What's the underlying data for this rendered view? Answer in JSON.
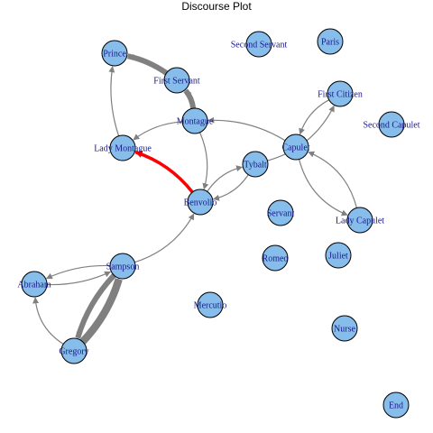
{
  "title": "Discourse Plot",
  "colors": {
    "node_fill": "#87bdea",
    "node_stroke": "#000000",
    "edge": "#808080",
    "edge_highlight": "#ff0000",
    "label": "#1a1a8c"
  },
  "nodes": [
    {
      "id": "Prince",
      "label": "Prince"
    },
    {
      "id": "Second Servant",
      "label": "Second Servant"
    },
    {
      "id": "Paris",
      "label": "Paris"
    },
    {
      "id": "First Servant",
      "label": "First Servant"
    },
    {
      "id": "First Citizen",
      "label": "First Citizen"
    },
    {
      "id": "Montague",
      "label": "Montague"
    },
    {
      "id": "Second Capulet",
      "label": "Second Capulet"
    },
    {
      "id": "Lady Montague",
      "label": "Lady Montague"
    },
    {
      "id": "Capulet",
      "label": "Capulet"
    },
    {
      "id": "Tybalt",
      "label": "Tybalt"
    },
    {
      "id": "Benvolio",
      "label": "Benvolio"
    },
    {
      "id": "Servant",
      "label": "Servant"
    },
    {
      "id": "Lady Capulet",
      "label": "Lady Capulet"
    },
    {
      "id": "Romeo",
      "label": "Romeo"
    },
    {
      "id": "Juliet",
      "label": "Juliet"
    },
    {
      "id": "Sampson",
      "label": "Sampson"
    },
    {
      "id": "Abraham",
      "label": "Abraham"
    },
    {
      "id": "Mercutio",
      "label": "Mercutio"
    },
    {
      "id": "Nurse",
      "label": "Nurse"
    },
    {
      "id": "Gregory",
      "label": "Gregory"
    },
    {
      "id": "End",
      "label": "End"
    }
  ],
  "edges": [
    {
      "from": "First Servant",
      "to": "Prince",
      "weight": 5,
      "highlight": false
    },
    {
      "from": "Montague",
      "to": "First Servant",
      "weight": 5,
      "highlight": false
    },
    {
      "from": "Lady Montague",
      "to": "Prince",
      "weight": 1,
      "highlight": false
    },
    {
      "from": "Montague",
      "to": "Lady Montague",
      "weight": 1,
      "highlight": false
    },
    {
      "from": "Montague",
      "to": "Benvolio",
      "weight": 1,
      "highlight": false
    },
    {
      "from": "Benvolio",
      "to": "Lady Montague",
      "weight": 3,
      "highlight": true
    },
    {
      "from": "Benvolio",
      "to": "Tybalt",
      "weight": 1,
      "highlight": false
    },
    {
      "from": "Tybalt",
      "to": "Benvolio",
      "weight": 1,
      "highlight": false
    },
    {
      "from": "Tybalt",
      "to": "First Citizen",
      "weight": 1,
      "highlight": false
    },
    {
      "from": "First Citizen",
      "to": "Capulet",
      "weight": 1,
      "highlight": false
    },
    {
      "from": "Capulet",
      "to": "Montague",
      "weight": 1,
      "highlight": false
    },
    {
      "from": "Capulet",
      "to": "Lady Capulet",
      "weight": 1,
      "highlight": false
    },
    {
      "from": "Lady Capulet",
      "to": "Capulet",
      "weight": 1,
      "highlight": false
    },
    {
      "from": "Sampson",
      "to": "Benvolio",
      "weight": 1,
      "highlight": false
    },
    {
      "from": "Sampson",
      "to": "Abraham",
      "weight": 1,
      "highlight": false
    },
    {
      "from": "Abraham",
      "to": "Sampson",
      "weight": 1,
      "highlight": false
    },
    {
      "from": "Gregory",
      "to": "Abraham",
      "weight": 1,
      "highlight": false
    },
    {
      "from": "Gregory",
      "to": "Sampson",
      "weight": 7,
      "highlight": false
    },
    {
      "from": "Sampson",
      "to": "Gregory",
      "weight": 5,
      "highlight": false
    }
  ]
}
